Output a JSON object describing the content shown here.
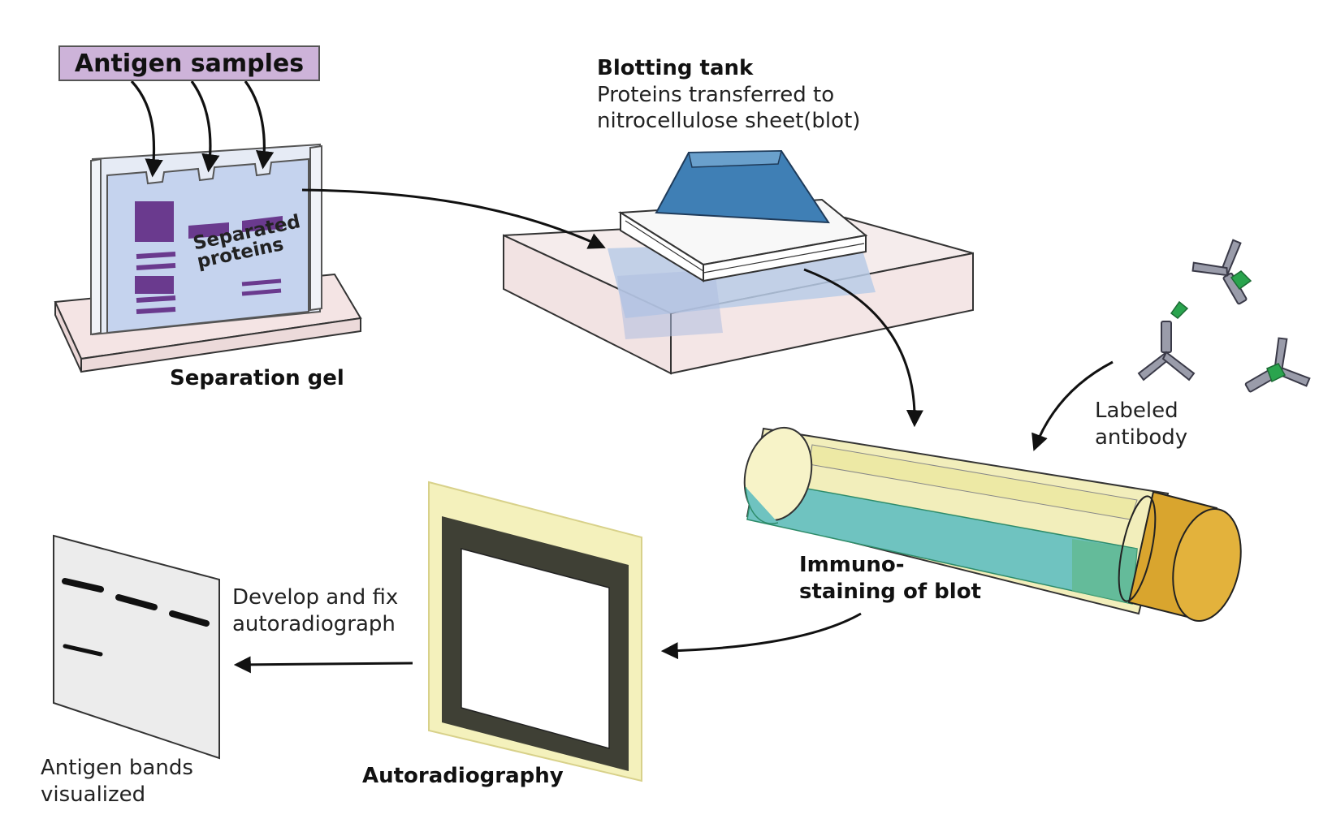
{
  "labels": {
    "antigen_samples": "Antigen samples",
    "separated_proteins_line1": "Separated",
    "separated_proteins_line2": "proteins",
    "separation_gel": "Separation gel",
    "blotting_tank_title": "Blotting tank",
    "blotting_tank_line1": "Proteins transferred to",
    "blotting_tank_line2": "nitrocellulose sheet(blot)",
    "labeled_antibody_line1": "Labeled",
    "labeled_antibody_line2": "antibody",
    "immuno_line1": "Immuno-",
    "immuno_line2": "staining of blot",
    "develop_line1": "Develop and fix",
    "develop_line2": "autoradiograph",
    "autoradiography": "Autoradiography",
    "antigen_bands_line1": "Antigen bands",
    "antigen_bands_line2": "visualized"
  },
  "colors": {
    "gel_blue": "#c5d3ee",
    "band_purple": "#6a3a8e",
    "tank_pink": "#f5e6e6",
    "sponge_blue": "#3f7fb5",
    "tube_yellow": "#f2eebb",
    "liquid_teal": "#6fc3c0",
    "cap_gold": "#d9a52e",
    "film_frame": "#3f4035",
    "film_border": "#f4f1bc",
    "antibody_gray": "#9a9caa",
    "label_green": "#2aa44e",
    "result_gray": "#ececec"
  }
}
